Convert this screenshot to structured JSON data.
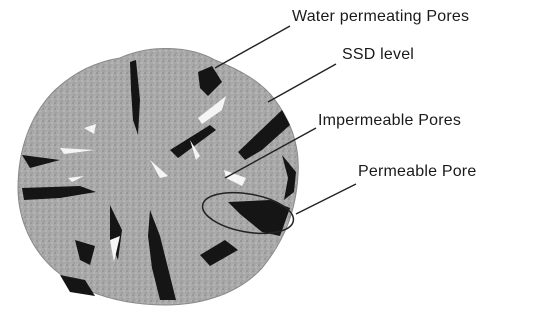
{
  "labels": {
    "water_permeating_pores": "Water permeating Pores",
    "ssd_level": "SSD level",
    "impermeable_pores": "Impermeable Pores",
    "permeable_pore": "Permeable Pore"
  },
  "colors": {
    "aggregate_fill": "#a8a8a8",
    "pore_dark": "#151515",
    "pore_light": "#f5f5f5",
    "leader_line": "#222222",
    "text": "#1a1a1a"
  }
}
